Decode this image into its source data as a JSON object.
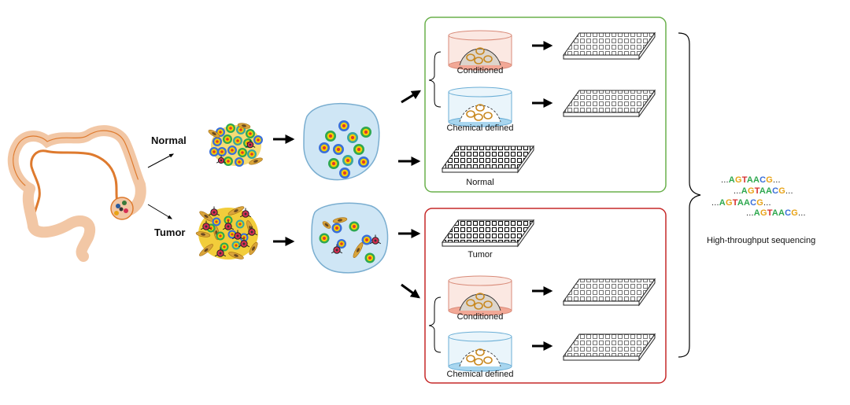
{
  "labels": {
    "normal_branch": "Normal",
    "tumor_branch": "Tumor",
    "top_conditioned": "Conditioned",
    "top_chemical": "Chemical defined",
    "normal_plate": "Normal",
    "tumor_plate": "Tumor",
    "bottom_conditioned": "Conditioned",
    "bottom_chemical": "Chemical defined",
    "sequencing": "High-throughput sequencing"
  },
  "sequences": [
    {
      "pre": "...",
      "letters": "AGTAACG",
      "post": "..."
    },
    {
      "pre": "...",
      "letters": "AGTAACG",
      "post": "..."
    },
    {
      "pre": "...",
      "letters": "AGTAACG",
      "post": "..."
    },
    {
      "pre": "...",
      "letters": "AGTAACG",
      "post": "..."
    }
  ],
  "colors": {
    "A": "#2fa84f",
    "G": "#e8a317",
    "T": "#d62f2f",
    "C": "#3a6fd8",
    "colon": "#f2c7a5",
    "colon_stroke": "#de7a2e",
    "normal_box": "#6ab04c",
    "tumor_box": "#c62828",
    "organoid_bg": "#cfe6f5",
    "cancer_cell": "#d62f53"
  }
}
